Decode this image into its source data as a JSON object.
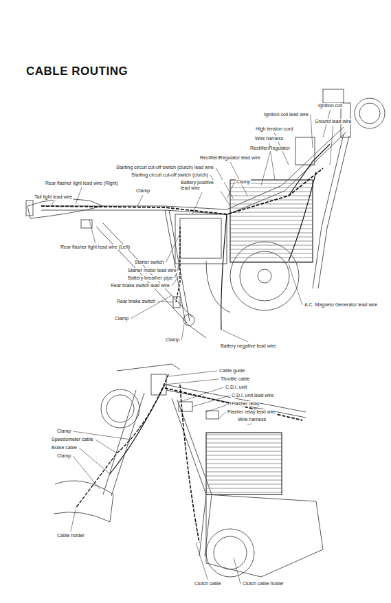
{
  "diagram": {
    "title": "CABLE ROUTING",
    "labels": [
      "Ignition coil",
      "Ignition coil lead wire",
      "Ground lead wire",
      "High tension cord",
      "Wire harness",
      "Rectifier/Regulator",
      "Rectifier/Regulator lead wire",
      "Starting circuit cut-off switch (clutch) lead wire",
      "Starting circuit cut-off switch (clutch)",
      "Clamp",
      "Battery positive lead wire",
      "Rear flasher light lead wire (Right)",
      "Clamp",
      "Tail light lead wire",
      "Rear flasher light lead wire (Left)",
      "Starter switch",
      "Starter motor lead wire",
      "Battery breather pipe",
      "Rear brake switch lead wire",
      "Rear brake switch",
      "Clamp",
      "Clamp",
      "Battery negative lead wire",
      "A.C. Magneto Generator lead wire",
      "Cable guide",
      "Throttle cable",
      "C.D.I. unit",
      "C.D.I. unit lead wire",
      "Flasher relay",
      "Flasher relay lead wire",
      "Wire harness",
      "Clamp",
      "Speedometer cable",
      "Brake cable",
      "Clamp",
      "Cable holder",
      "Clutch cable",
      "Clutch cable holder"
    ]
  }
}
